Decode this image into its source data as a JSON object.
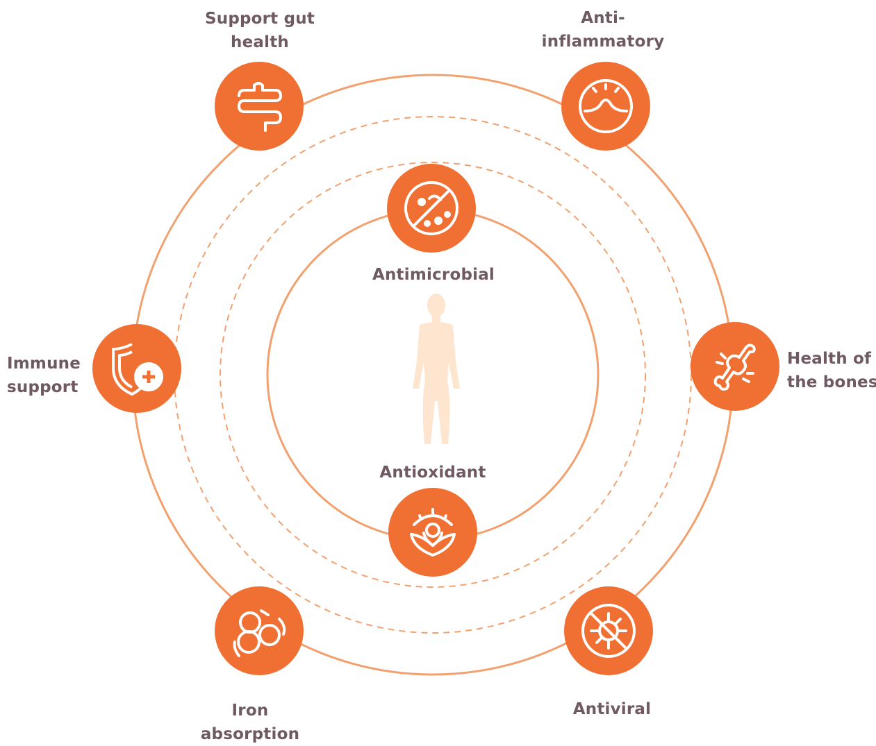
{
  "colors": {
    "accent": "#f06f32",
    "ring": "#f2a06e",
    "label": "#6f5a63",
    "figure": "#fde5cf",
    "icon_line": "#ffffff"
  },
  "benefits": {
    "gut": {
      "line1": "Support gut",
      "line2": "health",
      "icon": "intestine-icon"
    },
    "inflammatory": {
      "line1": "Anti-",
      "line2": "inflammatory",
      "icon": "inflammation-icon"
    },
    "immune": {
      "line1": "Immune",
      "line2": "support",
      "icon": "shield-plus-icon"
    },
    "bones": {
      "line1": "Health of",
      "line2": "the bones",
      "icon": "bone-joint-icon"
    },
    "iron": {
      "line1": "Iron",
      "line2": "absorption",
      "icon": "blood-cells-icon"
    },
    "antiviral": {
      "line1": "Antiviral",
      "icon": "no-virus-icon"
    },
    "antimicrobial": {
      "line1": "Antimicrobial",
      "icon": "no-bacteria-icon"
    },
    "antioxidant": {
      "line1": "Antioxidant",
      "icon": "lotus-flower-icon"
    }
  },
  "center_figure": "human-figure-icon"
}
